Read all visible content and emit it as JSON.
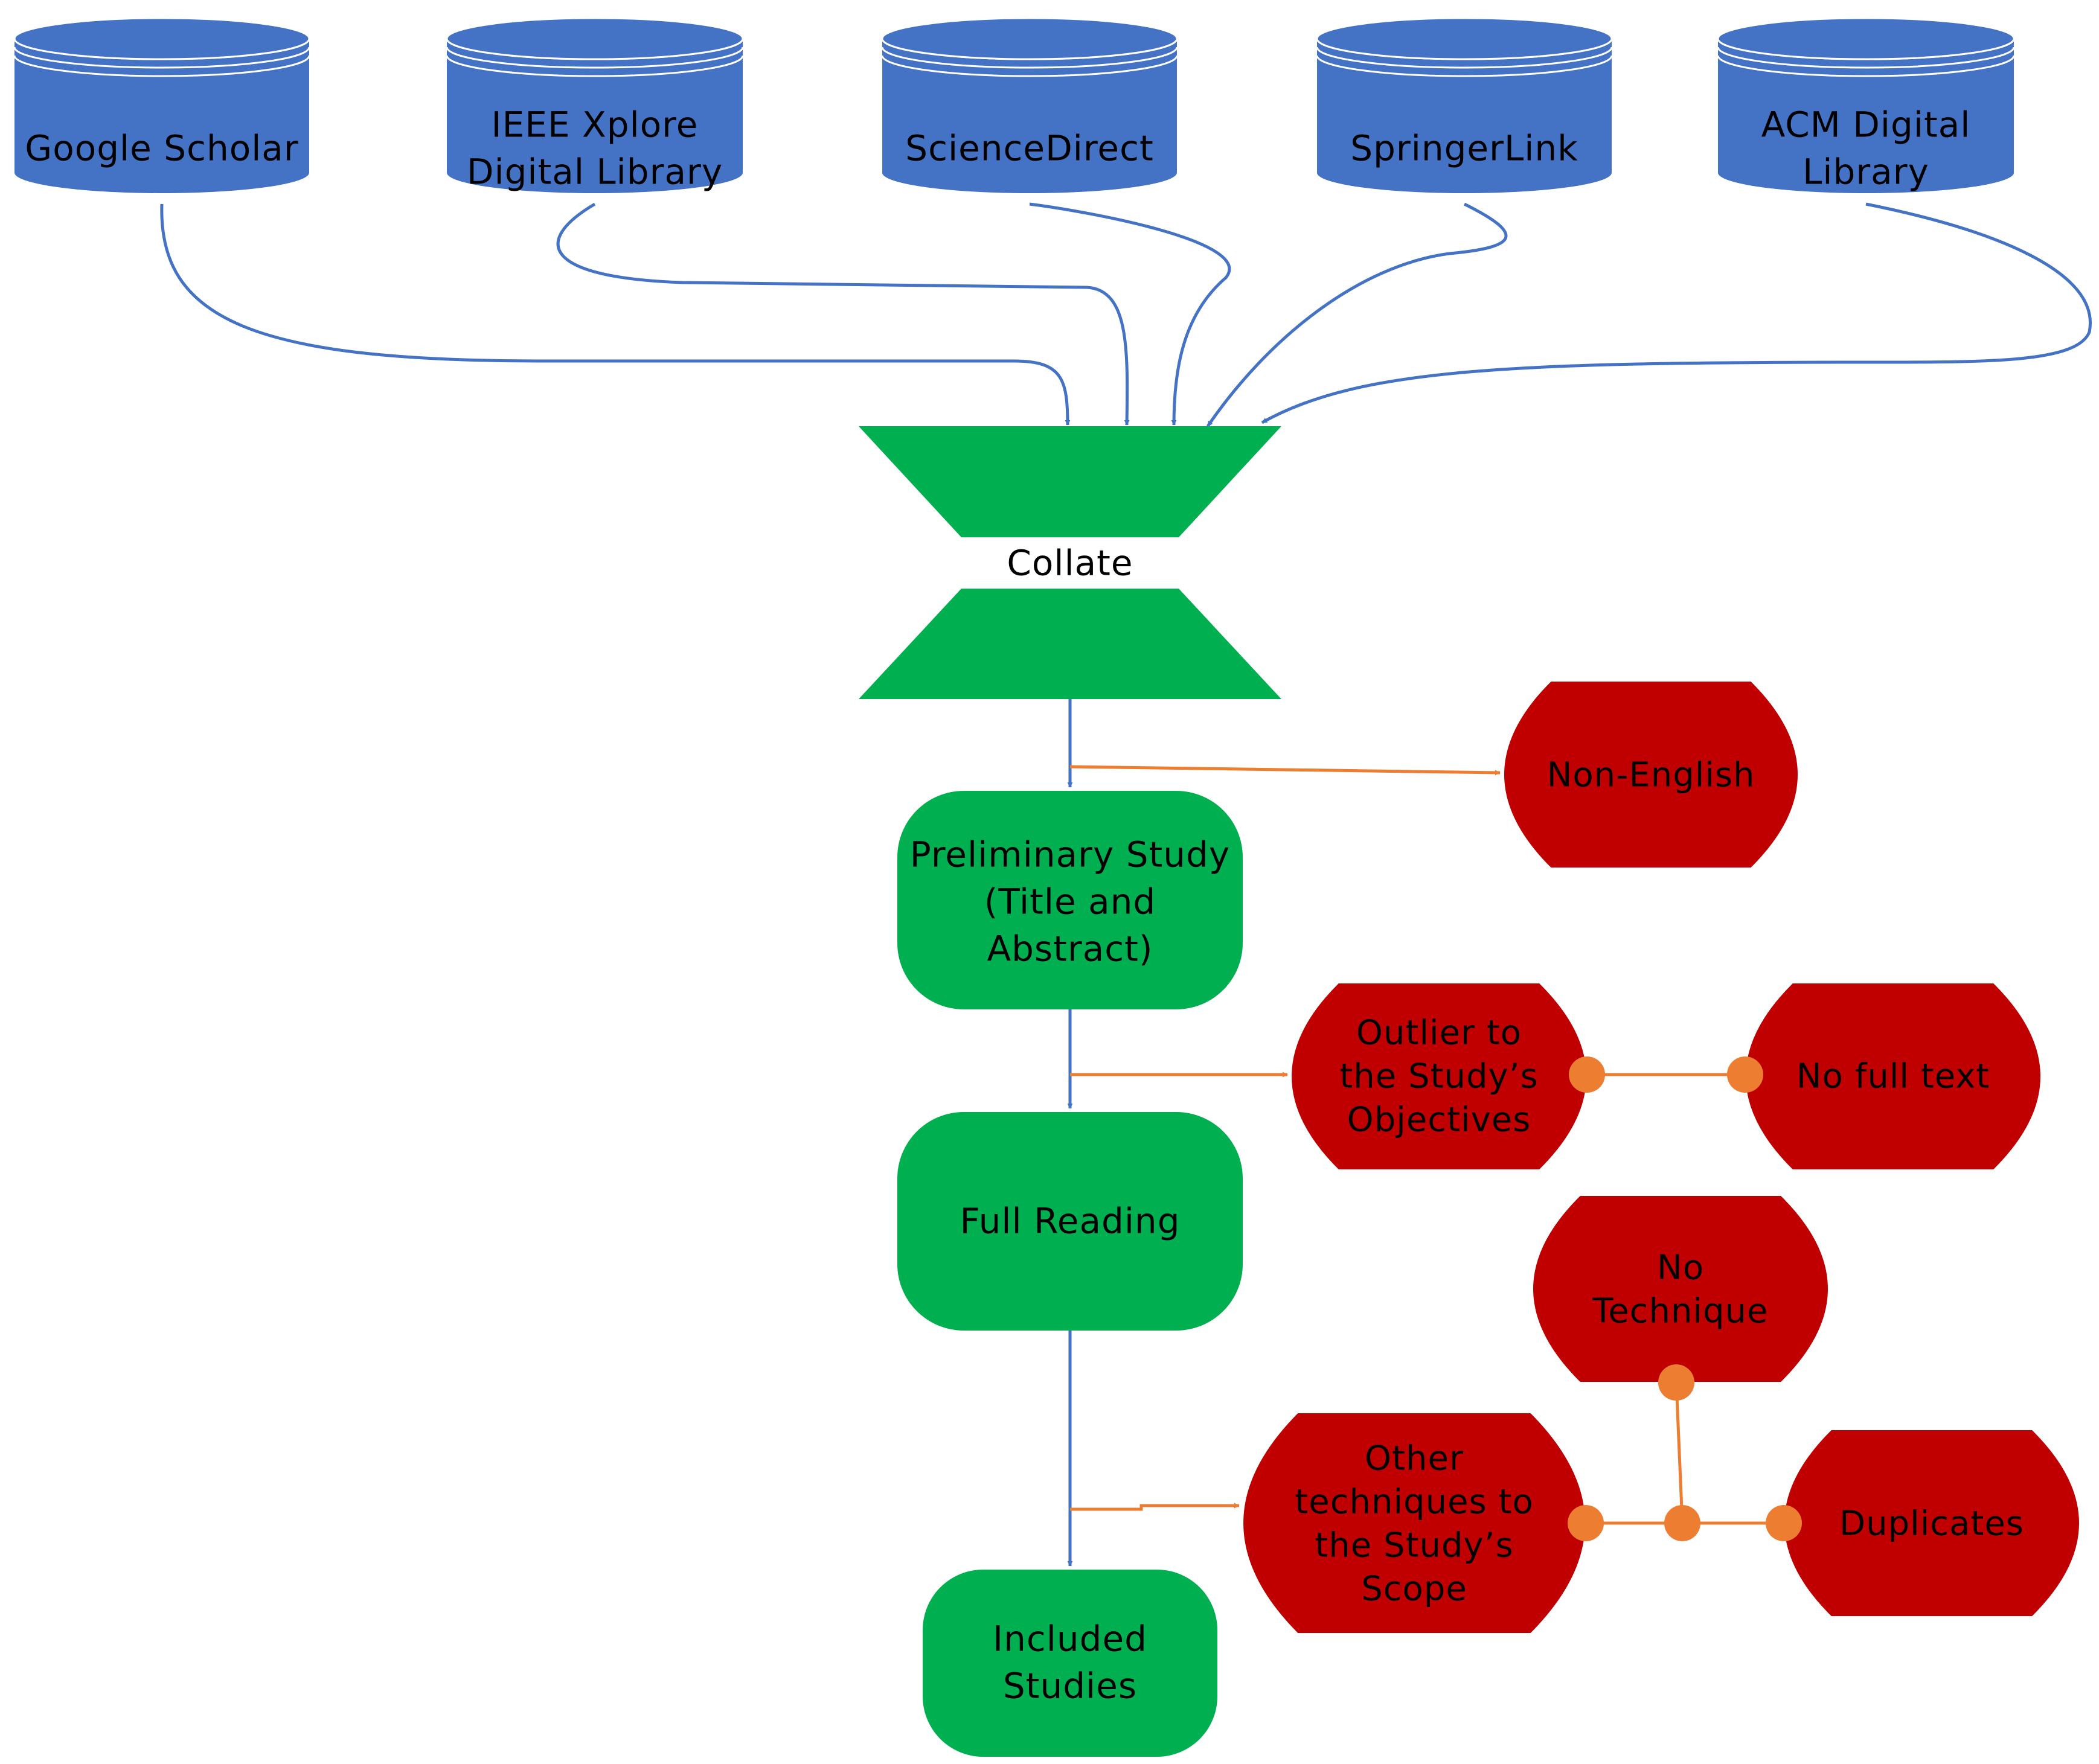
{
  "colors": {
    "database": "#4472C4",
    "database_edge": "#ffffff",
    "process": "#00B050",
    "exclusion": "#C00000",
    "main_flow": "#4472C4",
    "exclusion_flow": "#ED7D31",
    "text": "#000000"
  },
  "databases": [
    {
      "id": "google",
      "lines": [
        "Google Scholar"
      ]
    },
    {
      "id": "ieee",
      "lines": [
        "IEEE Xplore",
        "Digital Library"
      ]
    },
    {
      "id": "sciencedirect",
      "lines": [
        "ScienceDirect"
      ]
    },
    {
      "id": "springer",
      "lines": [
        "SpringerLink"
      ]
    },
    {
      "id": "acm",
      "lines": [
        "ACM Digital",
        "Library"
      ]
    }
  ],
  "collate": {
    "label": "Collate"
  },
  "process_steps": [
    {
      "id": "preliminary",
      "lines": [
        "Preliminary Study",
        "(Title and",
        "Abstract)"
      ]
    },
    {
      "id": "full-reading",
      "lines": [
        "Full Reading"
      ]
    },
    {
      "id": "included",
      "lines": [
        "Included",
        "Studies"
      ]
    }
  ],
  "exclusions": [
    {
      "id": "non-english",
      "lines": [
        "Non-English"
      ]
    },
    {
      "id": "outlier",
      "lines": [
        "Outlier to",
        "the Study’s",
        "Objectives"
      ]
    },
    {
      "id": "no-full-text",
      "lines": [
        "No full text"
      ]
    },
    {
      "id": "no-technique",
      "lines": [
        "No",
        "Technique"
      ]
    },
    {
      "id": "other-techniques",
      "lines": [
        "Other",
        "techniques to",
        "the Study’s",
        "Scope"
      ]
    },
    {
      "id": "duplicates",
      "lines": [
        "Duplicates"
      ]
    }
  ]
}
